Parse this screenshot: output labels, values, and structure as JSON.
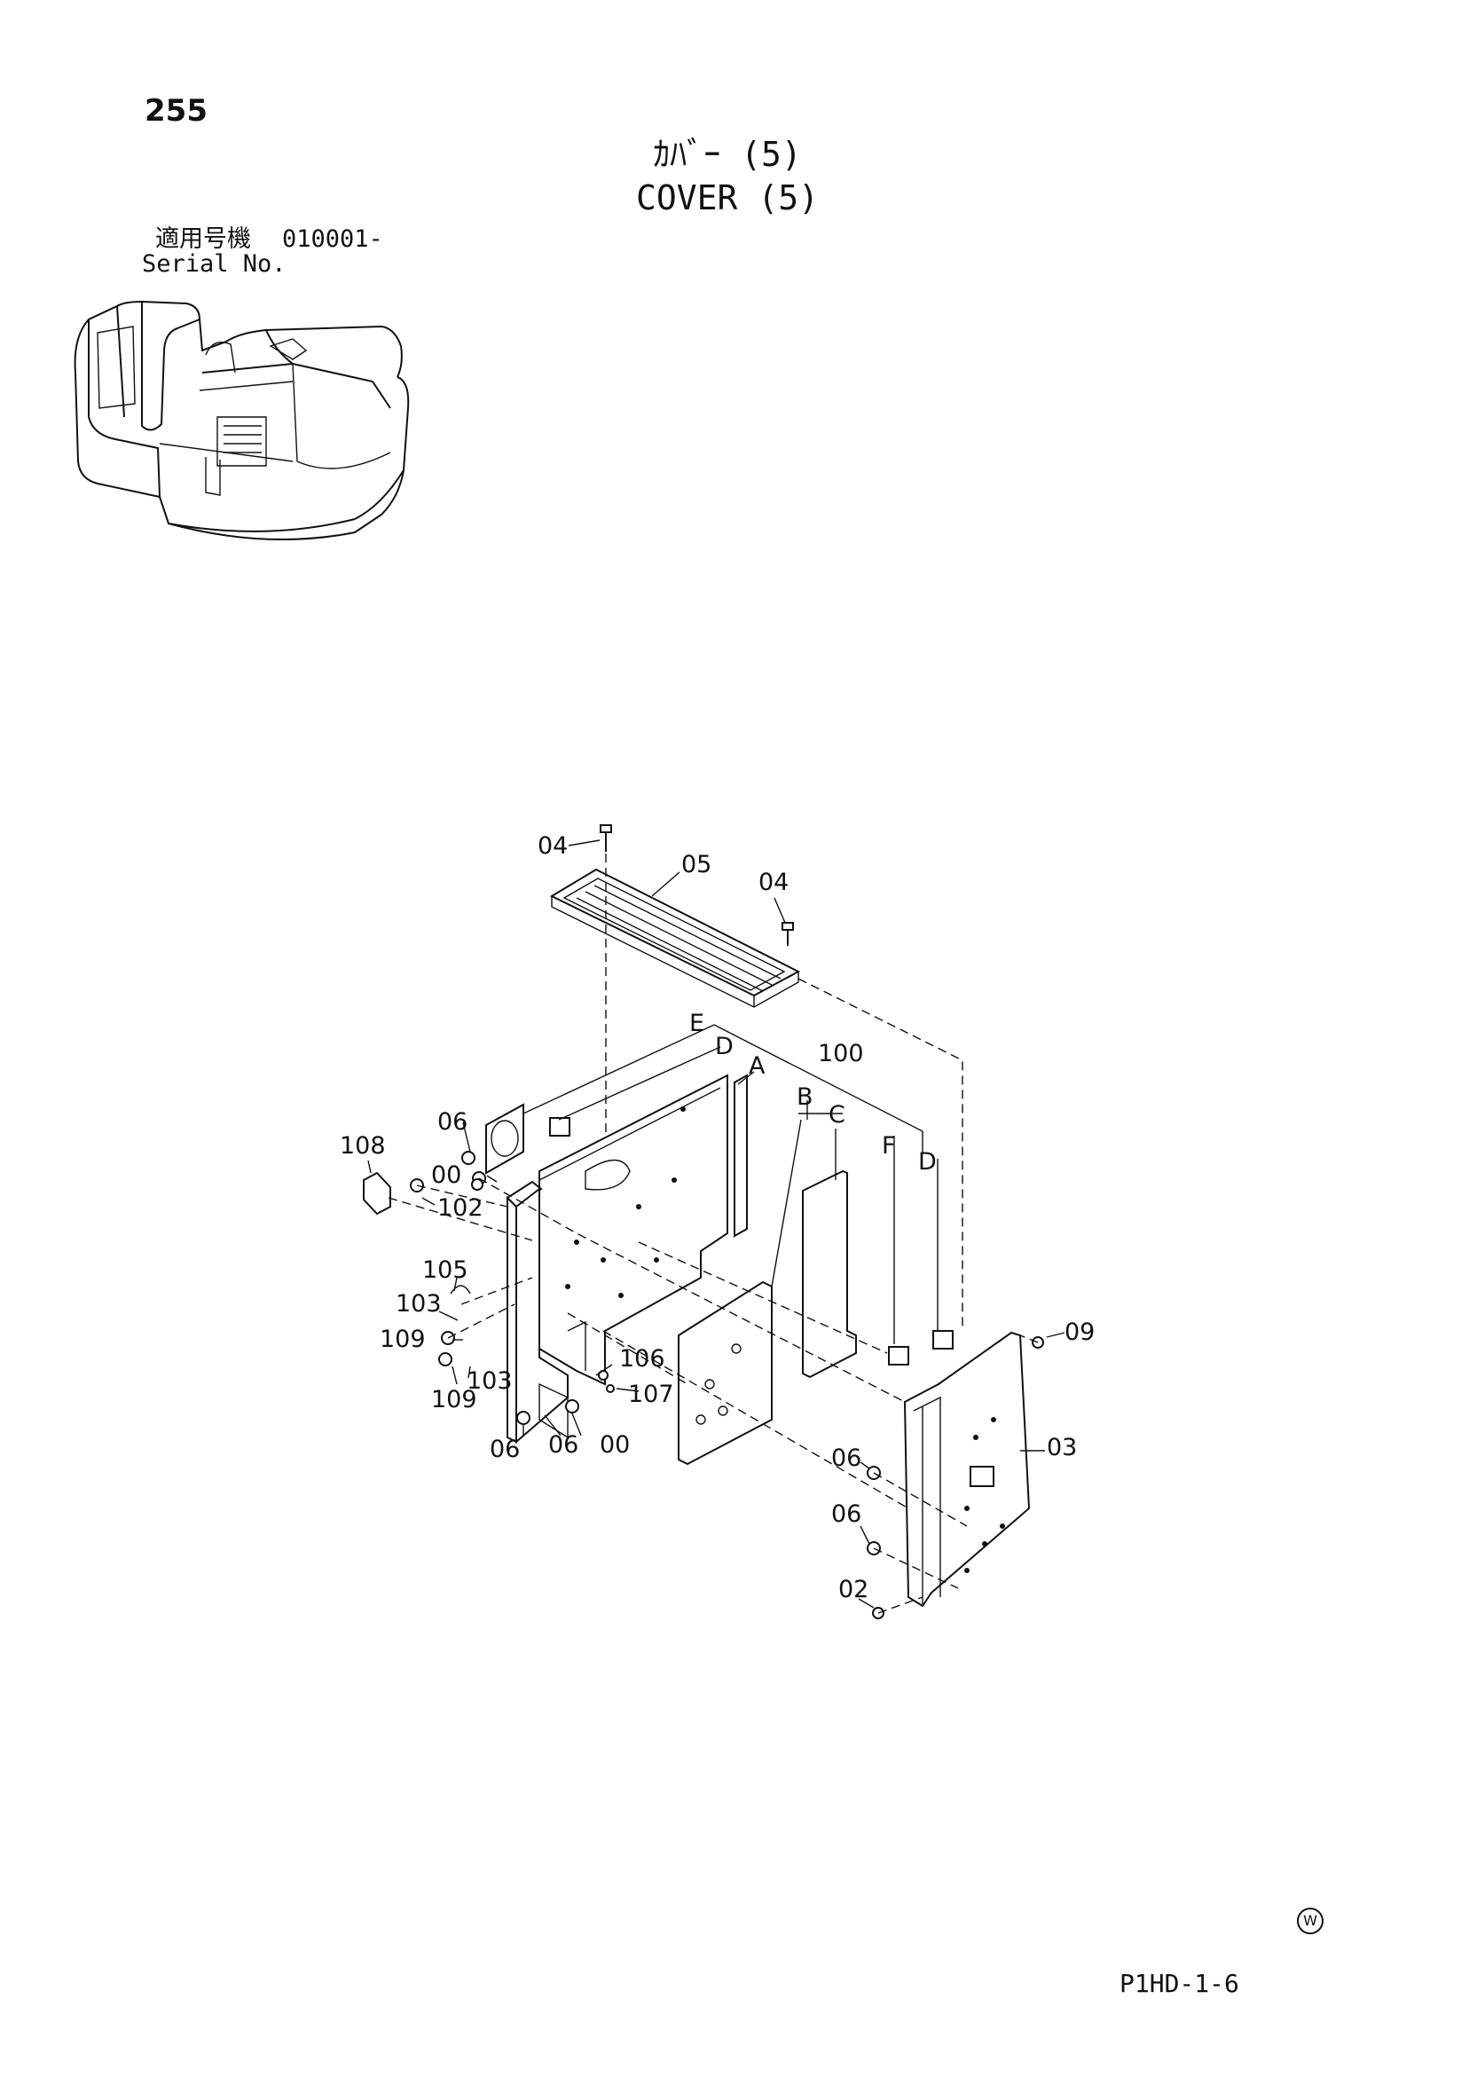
{
  "page_number": "255",
  "title": {
    "japanese": "ｶﾊﾞｰ (5)",
    "english": "COVER (5)"
  },
  "serial": {
    "label_japanese": "適用号機",
    "range": "010001-",
    "label_english": "Serial No."
  },
  "callouts": {
    "c04a": "04",
    "c05": "05",
    "c04b": "04",
    "cE": "E",
    "cD1": "D",
    "cA": "A",
    "c100": "100",
    "cB": "B",
    "cC": "C",
    "cF": "F",
    "cD2": "D",
    "c06a": "06",
    "c108": "108",
    "c00a": "00",
    "c102": "102",
    "c105": "105",
    "c103a": "103",
    "c109a": "109",
    "c103b": "103",
    "c109b": "109",
    "c106": "106",
    "c107": "107",
    "c06b": "06",
    "c06c": "06",
    "c00b": "00",
    "c09": "09",
    "c03": "03",
    "c06d": "06",
    "c06e": "06",
    "c02": "02"
  },
  "watermark_symbol": "W",
  "drawing_code": "P1HD-1-6",
  "icons": [
    "excavator-location-icon",
    "w-registered-mark-icon"
  ]
}
